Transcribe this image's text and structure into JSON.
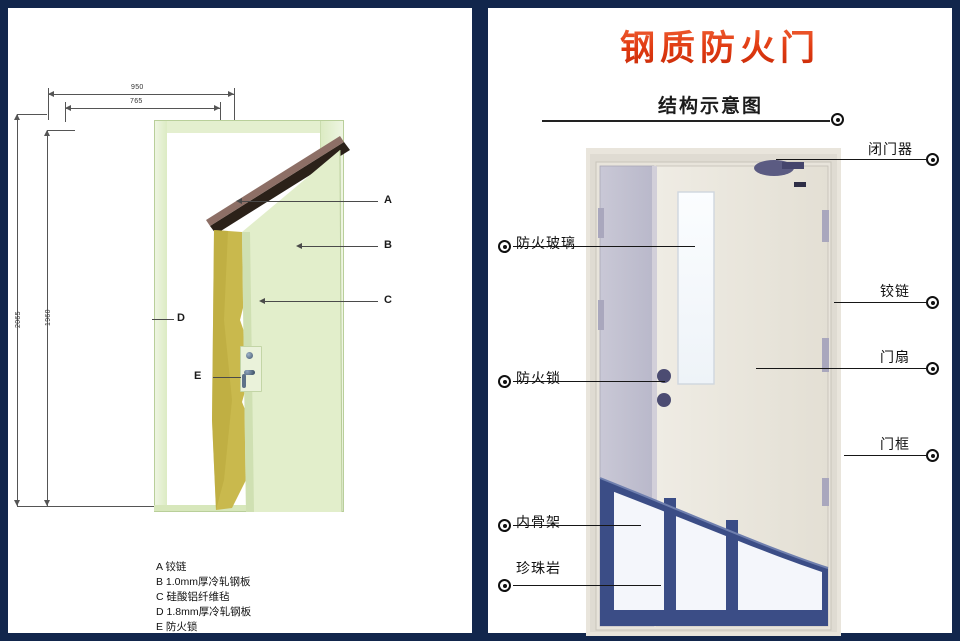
{
  "meta": {
    "divider_color": "#12264c",
    "accent_title_color": "#e03a11",
    "frame_green": "#e4efcf",
    "insulation_yellow": "#cdbb4a",
    "skeleton_blue": "#3b4d86"
  },
  "left_panel": {
    "name": "cutaway-door-diagram",
    "dimensions": {
      "width_outer": "950",
      "width_inner": "765",
      "height_outer": "2065",
      "height_inner": "1960"
    },
    "markers": [
      {
        "id": "A",
        "label": "A"
      },
      {
        "id": "B",
        "label": "B"
      },
      {
        "id": "C",
        "label": "C"
      },
      {
        "id": "D",
        "label": "D"
      },
      {
        "id": "E",
        "label": "E"
      }
    ],
    "legend": [
      "A 铰链",
      "B 1.0mm厚冷轧钢板",
      "C 硅酸铝纤维毡",
      "D 1.8mm厚冷轧钢板",
      "E 防火锁"
    ]
  },
  "right_panel": {
    "title": "钢质防火门",
    "subtitle": "结构示意图",
    "callouts_left": [
      {
        "label": "防火玻璃"
      },
      {
        "label": "防火锁"
      },
      {
        "label": "内骨架"
      },
      {
        "label": "珍珠岩"
      }
    ],
    "callouts_right": [
      {
        "label": "闭门器"
      },
      {
        "label": "铰链"
      },
      {
        "label": "门扇"
      },
      {
        "label": "门框"
      }
    ]
  }
}
